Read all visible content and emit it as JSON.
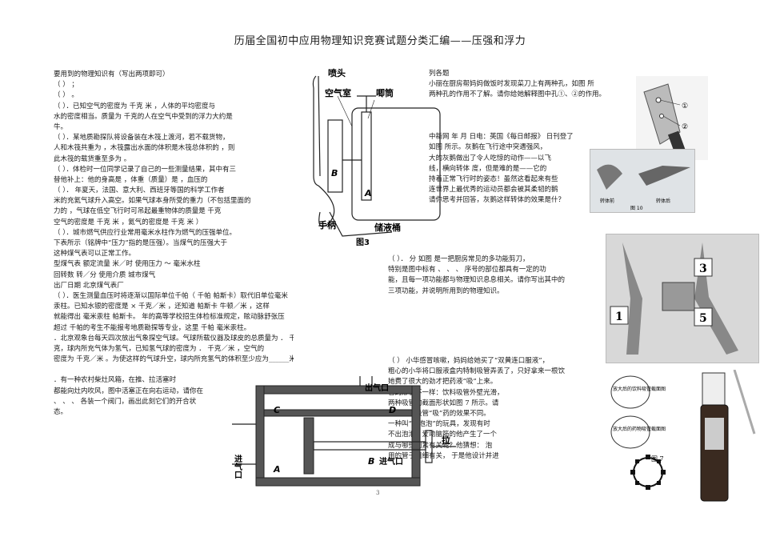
{
  "title": "历届全国初中应用物理知识竞赛试题分类汇编——压强和浮力",
  "left_column": [
    "要用到的物理知识有（写出两项即可）",
    "（ ）                                                               ；",
    "（ ）                                                               。",
    "（      ）．已知空气的密度为       千克 米 ，人体的平均密度与",
    "水的密度相当。质量为    千克的人在空气中受到的浮力大约是",
    "                        牛。",
    "（      ）．某地质勘探队将设备装在木筏上渡河，若不载货物，",
    "人和木筏共重为  ，木筏露出水面的体积是木筏总体积的       ，则",
    "此木筏的载货重至多为                   。",
    "（      ）．体检时一位同学记录了自己的一些测量结果，其中有三",
    "替他补上：他的身高是                  ，体重（质量）是              ，血压的",
    "（      ）．       年夏天，法国、意大利、西班牙等国的科学工作者",
    "米的充氦气球升入高空。如果气球本身所受的重力（不包括里面的",
    "力的        ，气球在低空飞行时可吊起最重物体的质量是            千克",
    "空气的密度是        千克 米 ，氦气的密度是        千克 米 ）",
    "（      ）．城市燃气供应行业常用毫米水柱作为燃气的压强单位。",
    "下表所示（铭牌中“压力”指的是压强）。当煤气的压强大于",
    "这种煤气表可以正常工作。",
    "         型煤气表        额定流量       米／时    使用压力    ～        毫米水柱",
    "回转数            转／分    使用介质         城市煤气",
    "出厂日期                              北京煤气表厂",
    "（      ）．医生测量血压时将逐渐以国际单位千帕（  千帕         帕斯卡）取代旧单位毫米",
    "汞柱。已知水银的密度是        ×       千克／米 ，还知道  帕斯卡                 牛顿／米 ，这样",
    "就能得出  毫米汞柱                   帕斯卡。       年的高等学校招生体检标准规定，眩动脉舒张压",
    "超过          千帕的考生不能报考地质勘探等专业，这里           千帕                     毫米汞柱。",
    "          ．北京观象台每天四次放出气象探空气球。气球所载仪器及球皮的总质量为  ．  千",
    "克，球内所充气体为氢气，已知氢气球的密度为   ．      千克／米 ，空气的",
    "密度为        千克／米 。为使这样的气球升空，球内所充氢气的体积至少应为______米",
    "",
    "          ．有一种农村柴灶风箱，在推、拉活塞时",
    "都能向灶内吹风，图中活塞正在向右运动，请你在",
    "  、  、  、   各装一个阀门，画出此刻它们的开合状",
    "态。"
  ],
  "right_col_a": [
    "列各题",
    "   小丽在厨房帮妈妈做饭时发现菜刀上有两种孔，如图    所",
    "两种孔的作用不了解。请你给她解释图中孔①、②的作用。",
    "",
    "",
    "",
    "中新网         年     月     日电：英国《每日邮报》      日刊登了",
    "如图       所示。灰鹅在飞行途中突遇强风，",
    "大的灰鹅做出了令人吃惊的动作——以飞",
    "线，横向转体          度，但是难的是——它的",
    "持着正常飞行时的姿态！虽然这看起来有些",
    "连世界上最优秀的运动员都会被其柔韧的鹅",
    "请你思考并回答，灰鹅这样转体的效果是什？"
  ],
  "right_col_b": [
    "（      ）．    分  如图     是一把厨房常见的多功能剪刀，",
    "特别是图中标有    、   、   、    序号的部位都具有一定的功",
    "能，且每一项功能都与物理知识息息相关。请你写出其中的",
    "三项功能，并说明所用到的物理知识。"
  ],
  "right_col_c": [
    "（      ）         小华感冒咳嗽，妈妈给她买了“双黄连口服液”，",
    "粗心的小华将口服液盒内特制吸管弄丢了，只好拿来一根饮",
    "                      她费了很大的劲才把药液“吸”上来。",
    "                      管的形状不一样：饮料吸管外壁光滑，",
    "                      两种吸管的截面形状如图 7 所示。请",
    "                      什么两种吸管“吸”药的效果不同。",
    "                      一种叫“吹泡泡”的玩具，发现有时",
    "                      不出泡泡。爱动脑筋的他产生了一个",
    "                      成与哪些因素有关呢？他猜想：  泡",
    "                      用的管子粗细有关，   于是他设计并进"
  ],
  "fig3": {
    "nozzle": "喷头",
    "air_chamber": "空气室",
    "pump_tube": "唧筒",
    "handle": "手柄",
    "tank": "储液桶",
    "label_b": "B",
    "label_a": "A",
    "caption": "图3"
  },
  "bellows": {
    "outlet": "出气口",
    "inlet_left": "进气口",
    "inlet_right": "进气口",
    "pull": "拉",
    "c": "C",
    "d": "D",
    "a": "A",
    "b": "B"
  },
  "knife": {
    "hole1": "①",
    "hole2": "②"
  },
  "geese": {
    "before": "转体前",
    "after": "转体后",
    "caption": "图 10"
  },
  "scissors": {
    "n1": "1",
    "n3": "3",
    "n5": "5"
  },
  "straw": {
    "drink": "放大后的饮料吸管截面图",
    "medicine": "放大后的药物吸管截面图",
    "caption": "图 7"
  },
  "page_number": "3"
}
